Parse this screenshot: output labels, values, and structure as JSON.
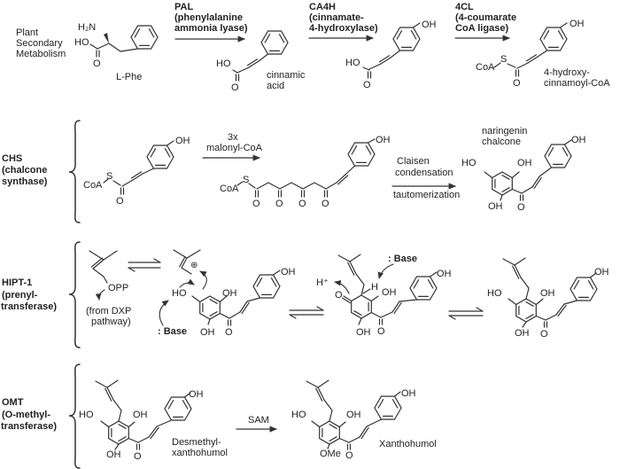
{
  "colors": {
    "background": "#ffffff",
    "ink": "#222222",
    "line": "#333333"
  },
  "atoms": {
    "ho": "HO",
    "oh": "OH",
    "o": "O",
    "s": "S",
    "coa": "CoA",
    "h2n": "H₂N",
    "opp": "OPP",
    "h": "H",
    "h_plus": "H⁺",
    "base": ": Base",
    "ome": "OMe",
    "oplus": "⊕"
  },
  "header": {
    "section": [
      "Plant",
      "Secondary",
      "Metabolism"
    ]
  },
  "row1": {
    "substrate": "L-Phe",
    "enzyme1": {
      "name": "PAL",
      "desc": [
        "(phenylalanine",
        "ammonia lyase)"
      ]
    },
    "product1": [
      "cinnamic",
      "acid"
    ],
    "enzyme2": {
      "name": "CA4H",
      "desc": [
        "(cinnamate-",
        "4-hydroxylase)"
      ]
    },
    "enzyme3": {
      "name": "4CL",
      "desc": [
        "(4-coumarate",
        "CoA ligase)"
      ]
    },
    "product3": [
      "4-hydroxy-",
      "cinnamoyl-CoA"
    ]
  },
  "row2": {
    "enzyme": {
      "name": "CHS",
      "desc": [
        "(chalcone",
        "synthase)"
      ]
    },
    "arrow1": [
      "3x",
      "malonyl-CoA"
    ],
    "arrow2": {
      "above": [
        "Claisen",
        "condensation"
      ],
      "below": "tautomerization"
    },
    "product": [
      "naringenin",
      "chalcone"
    ]
  },
  "row3": {
    "enzyme": {
      "name": "HIPT-1",
      "desc": [
        "(prenyl-",
        "transferase)"
      ]
    },
    "note": [
      "(from DXP",
      "pathway)"
    ]
  },
  "row4": {
    "enzyme": {
      "name": "OMT",
      "desc": [
        "(O-methyl-",
        "transferase)"
      ]
    },
    "cofactor": "SAM",
    "substrate": [
      "Desmethyl-",
      "xanthohumol"
    ],
    "product": "Xanthohumol"
  }
}
